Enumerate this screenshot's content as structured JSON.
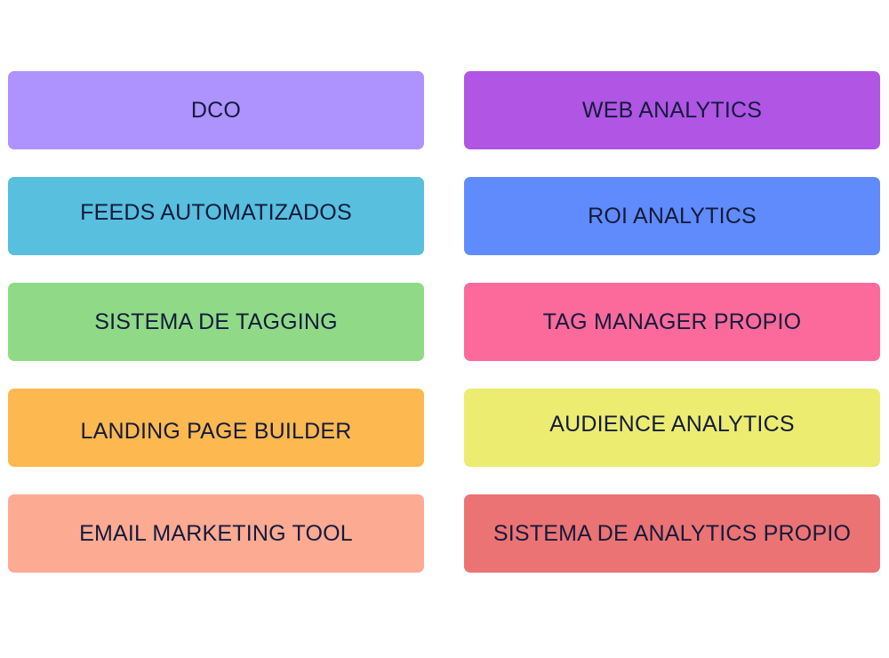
{
  "cards": [
    {
      "label": "DCO",
      "color": "#ae92fe"
    },
    {
      "label": "FEEDS AUTOMATIZADOS",
      "color": "#58bfde"
    },
    {
      "label": "SISTEMA DE TAGGING",
      "color": "#90da87"
    },
    {
      "label": "LANDING PAGE BUILDER",
      "color": "#fdb84f"
    },
    {
      "label": "EMAIL MARKETING TOOL",
      "color": "#fdaa93"
    },
    {
      "label": "WEB ANALYTICS",
      "color": "#b055e4"
    },
    {
      "label": "ROI ANALYTICS",
      "color": "#608bfd"
    },
    {
      "label": "TAG MANAGER PROPIO",
      "color": "#fb6a9a"
    },
    {
      "label": "AUDIENCE ANALYTICS",
      "color": "#ecec70"
    },
    {
      "label": "SISTEMA DE ANALYTICS PROPIO",
      "color": "#ec7374"
    }
  ]
}
